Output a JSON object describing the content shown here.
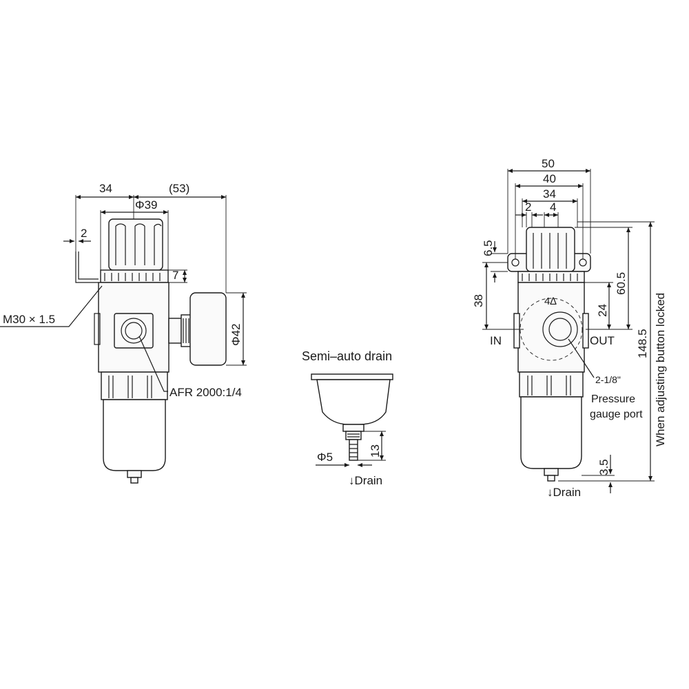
{
  "front_view": {
    "dims": {
      "d34": "34",
      "d53": "(53)",
      "phi39": "Φ39",
      "d2": "2",
      "d7": "7",
      "phi42": "Φ42",
      "m30": "M30 × 1.5"
    },
    "port_note": "AFR 2000:1/4"
  },
  "drain_detail": {
    "title": "Semi–auto drain",
    "phi5": "Φ5",
    "d13": "13",
    "drain": "↓Drain"
  },
  "side_view": {
    "dims": {
      "d50": "50",
      "d40": "40",
      "d34": "34",
      "d2": "2",
      "d4": "4",
      "d6_5": "6.5",
      "d38": "38",
      "d24": "24",
      "d60_5": "60.5",
      "d148_5": "148.5",
      "d3_5": "3.5"
    },
    "in_label": "IN",
    "out_label": "OUT",
    "gauge_thread": "2-1/8\"",
    "gauge_port": [
      "Pressure",
      "gauge port"
    ],
    "lock_note": "When adjusting button locked",
    "drain": "↓Drain"
  }
}
